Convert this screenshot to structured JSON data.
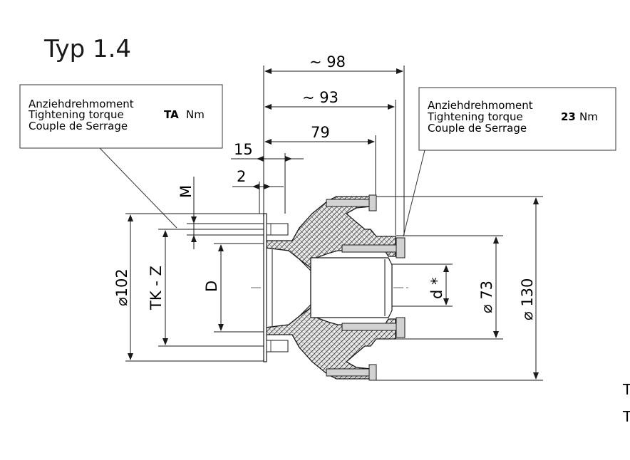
{
  "title": "Typ 1.4",
  "callout_left": {
    "line1": "Anziehdrehmoment",
    "line2": "Tightening torque",
    "value": "TA",
    "unit": "Nm",
    "line3": "Couple de Serrage"
  },
  "callout_right": {
    "line1": "Anziehdrehmoment",
    "line2": "Tightening torque",
    "value": "23",
    "unit": "Nm",
    "line3": "Couple de Serrage"
  },
  "dimensions": {
    "d98": "~ 98",
    "d93": "~ 93",
    "d79": "79",
    "d15": "15",
    "d2": "2",
    "m": "M",
    "dia102": "⌀102",
    "tkz": "TK - Z",
    "D": "D",
    "dstar": "d *",
    "dia73": "⌀ 73",
    "dia130": "⌀ 130"
  },
  "edge_glyphs": [
    "T",
    "T"
  ],
  "colors": {
    "line": "#1a1a1a",
    "hatch_fill": "#e6e6e6",
    "bolt_fill": "#cfcfcf"
  }
}
